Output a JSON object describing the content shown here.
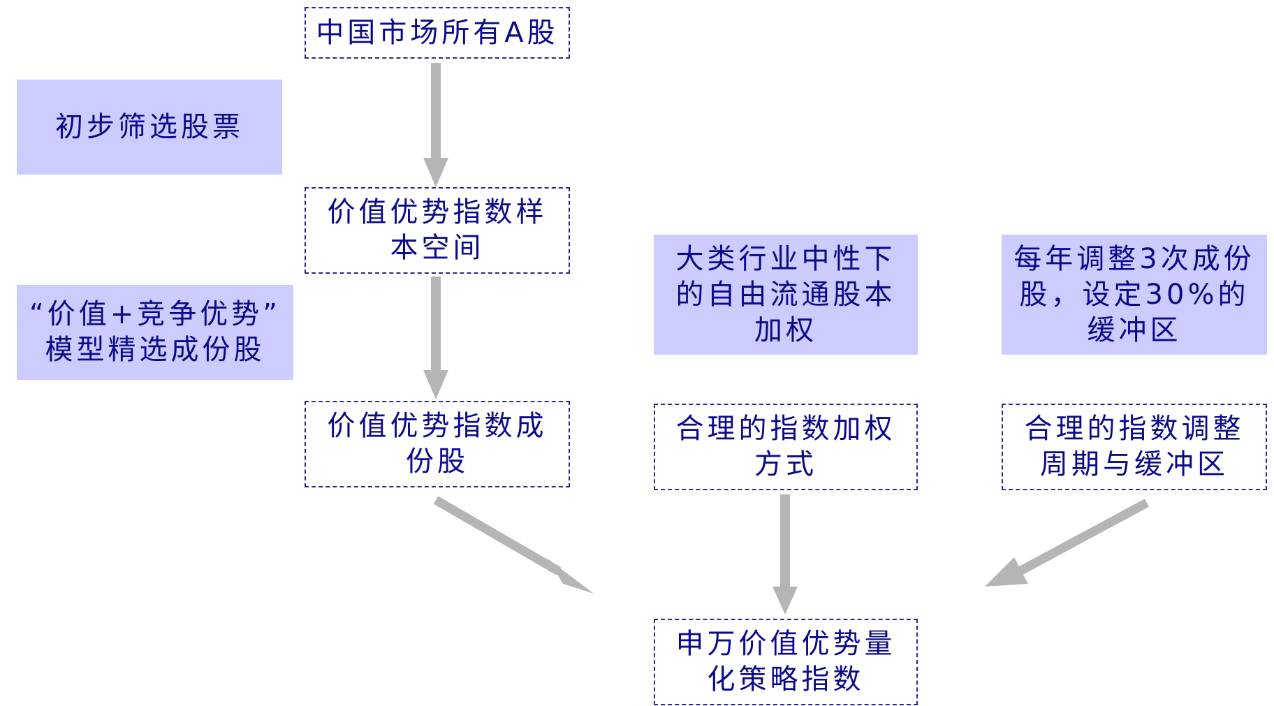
{
  "top": {
    "lines": [
      "中国市场所有A股"
    ]
  },
  "label_screen": {
    "lines": [
      "初步筛选股票"
    ]
  },
  "label_model": {
    "lines": [
      "“价值+竞争优势”",
      "模型精选成份股"
    ]
  },
  "sample_space": {
    "lines": [
      "价值优势指数样",
      "本空间"
    ]
  },
  "constituents": {
    "lines": [
      "价值优势指数成",
      "份股"
    ]
  },
  "weighting_note": {
    "lines": [
      "大类行业中性下",
      "的自由流通股本",
      "加权"
    ]
  },
  "weighting": {
    "lines": [
      "合理的指数加权",
      "方式"
    ]
  },
  "rebalance_note": {
    "lines": [
      "每年调整3次成份",
      "股，设定30%的",
      "缓冲区"
    ]
  },
  "rebalance": {
    "lines": [
      "合理的指数调整",
      "周期与缓冲区"
    ]
  },
  "result": {
    "lines": [
      "申万价值优势量",
      "化策略指数"
    ]
  },
  "colors": {
    "text": "#0a0a8a",
    "label_fill": "#ccccff",
    "arrow": "#b5b5b5",
    "border": "#2a2a8a"
  }
}
